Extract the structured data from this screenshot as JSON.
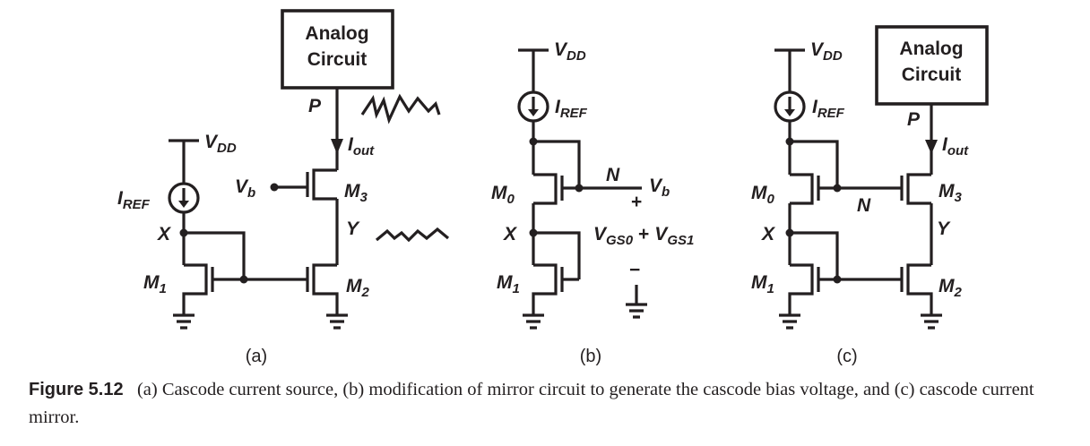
{
  "figure_number": "Figure 5.12",
  "caption_text": "(a) Cascode current source, (b) modification of mirror circuit to generate the cascode bias voltage, and (c) cascode current mirror.",
  "panels": {
    "a": {
      "tag": "(a)",
      "box_line1": "Analog",
      "box_line2": "Circuit",
      "node_p": "P",
      "iout": "I",
      "iout_sub": "out",
      "vdd": "V",
      "vdd_sub": "DD",
      "iref": "I",
      "iref_sub": "REF",
      "vb": "V",
      "vb_sub": "b",
      "m3": "M",
      "m3_sub": "3",
      "m2": "M",
      "m2_sub": "2",
      "m1": "M",
      "m1_sub": "1",
      "node_x": "X",
      "node_y": "Y"
    },
    "b": {
      "tag": "(b)",
      "vdd": "V",
      "vdd_sub": "DD",
      "iref": "I",
      "iref_sub": "REF",
      "node_n": "N",
      "plus": "+",
      "minus": "−",
      "vb": "V",
      "vb_sub": "b",
      "m0": "M",
      "m0_sub": "0",
      "m1": "M",
      "m1_sub": "1",
      "node_x": "X",
      "vgs0": "V",
      "vgs0_sub": "GS0",
      "plus_mid": "+",
      "vgs1": "V",
      "vgs1_sub": "GS1"
    },
    "c": {
      "tag": "(c)",
      "box_line1": "Analog",
      "box_line2": "Circuit",
      "node_p": "P",
      "iout": "I",
      "iout_sub": "out",
      "vdd": "V",
      "vdd_sub": "DD",
      "iref": "I",
      "iref_sub": "REF",
      "m0": "M",
      "m0_sub": "0",
      "m1": "M",
      "m1_sub": "1",
      "m3": "M",
      "m3_sub": "3",
      "m2": "M",
      "m2_sub": "2",
      "node_n": "N",
      "node_x": "X",
      "node_y": "Y"
    }
  }
}
